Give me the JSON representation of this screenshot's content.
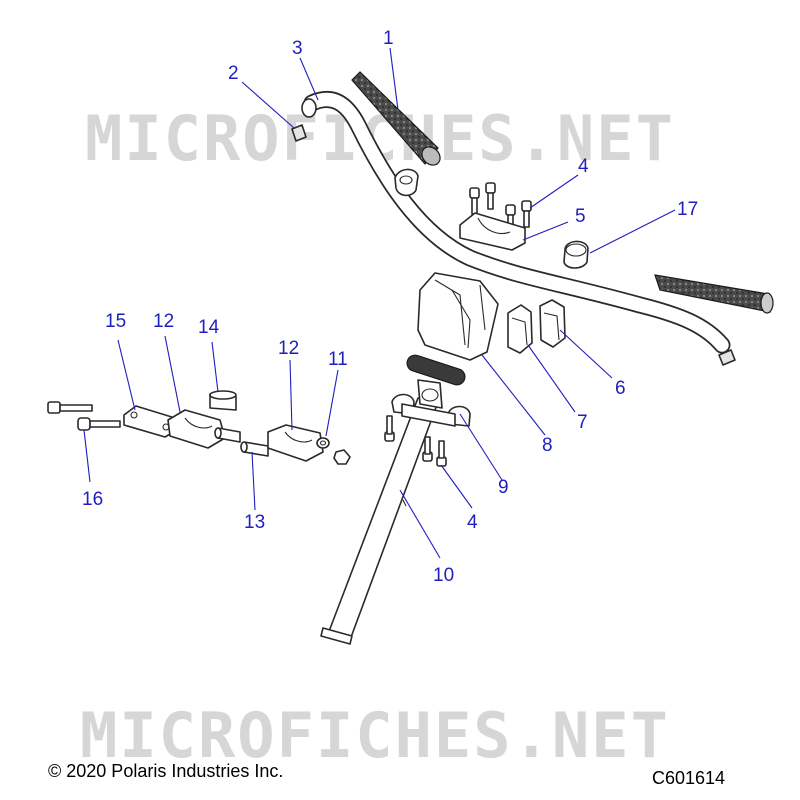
{
  "watermark": "MICROFICHES.NET",
  "copyright": "© 2020 Polaris Industries Inc.",
  "figure_code": "C601614",
  "callouts": [
    "1",
    "2",
    "3",
    "4",
    "5",
    "17",
    "15",
    "12",
    "14",
    "12",
    "11",
    "6",
    "7",
    "8",
    "9",
    "16",
    "13",
    "4",
    "10"
  ],
  "colors": {
    "callout": "#1f1fbf",
    "outline": "#2a2a2a",
    "grip": "#3a3a3a",
    "watermark": "#d6d6d6"
  }
}
